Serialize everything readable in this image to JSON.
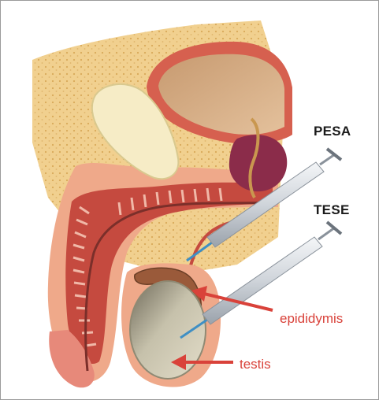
{
  "labels": {
    "pesa": "PESA",
    "tese": "TESE",
    "epididymis": "epididymis",
    "testis": "testis"
  },
  "colors": {
    "fat": "#f1d08f",
    "tissue": "#e9a07c",
    "muscle": "#c54a3f",
    "testis": "#c4bfa9",
    "syringe": "#dcdfe3",
    "needle_tip": "#3f8fc4",
    "arrow": "#d9423a",
    "label_dark": "#1a1a1a",
    "label_red": "#d9423a"
  }
}
